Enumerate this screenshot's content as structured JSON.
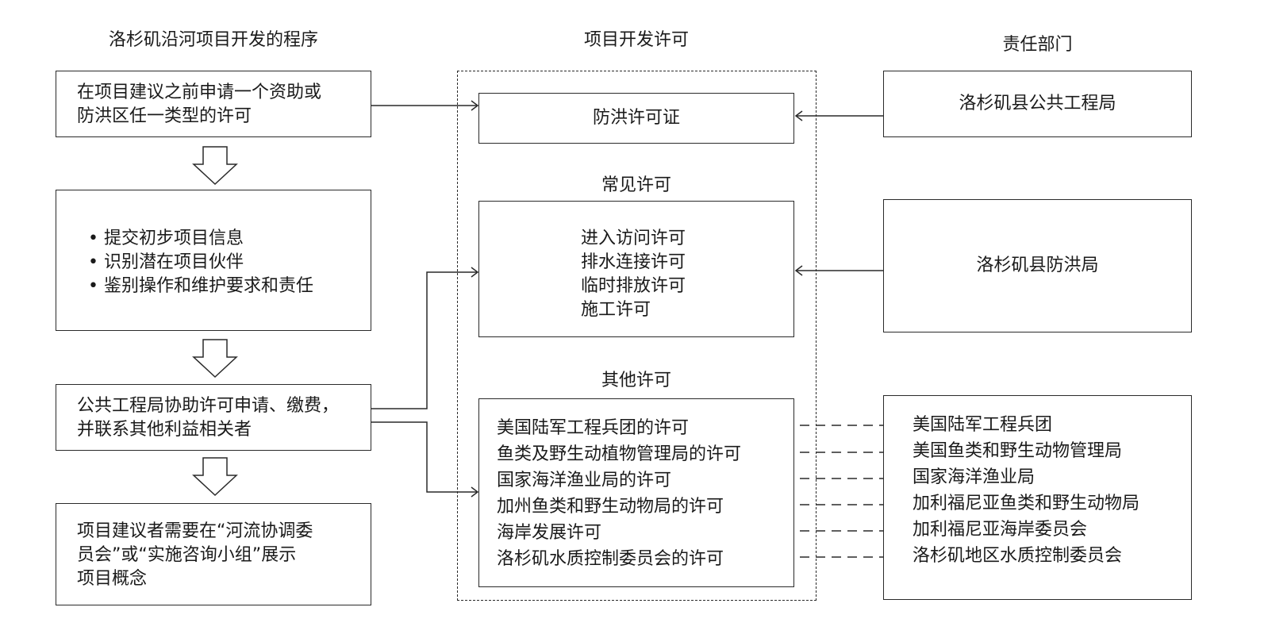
{
  "headers": {
    "left": "洛杉矶沿河项目开发的程序",
    "middle": "项目开发许可",
    "right": "责任部门"
  },
  "process_steps": [
    {
      "lines": [
        "在项目建议之前申请一个资助或",
        "防洪区任一类型的许可"
      ]
    },
    {
      "bullets": [
        "提交初步项目信息",
        "识别潜在项目伙伴",
        "鉴别操作和维护要求和责任"
      ]
    },
    {
      "lines": [
        "公共工程局协助许可申请、缴费，",
        "并联系其他利益相关者"
      ]
    },
    {
      "lines": [
        "项目建议者需要在“河流协调委",
        "员会”或“实施咨询小组”展示",
        "项目概念"
      ]
    }
  ],
  "permits": {
    "flood": {
      "items": [
        "防洪许可证"
      ]
    },
    "common": {
      "label": "常见许可",
      "items": [
        "进入访问许可",
        "排水连接许可",
        "临时排放许可",
        "施工许可"
      ]
    },
    "other": {
      "label": "其他许可",
      "items": [
        "美国陆军工程兵团的许可",
        "鱼类及野生动植物管理局的许可",
        "国家海洋渔业局的许可",
        "加州鱼类和野生动物局的许可",
        "海岸发展许可",
        "洛杉矶水质控制委员会的许可"
      ]
    }
  },
  "departments": {
    "public_works": "洛杉矶县公共工程局",
    "flood_control": "洛杉矶县防洪局",
    "others": [
      "美国陆军工程兵团",
      "美国鱼类和野生动物管理局",
      "国家海洋渔业局",
      "加利福尼亚鱼类和野生动物局",
      "加利福尼亚海岸委员会",
      "洛杉矶地区水质控制委员会"
    ]
  }
}
